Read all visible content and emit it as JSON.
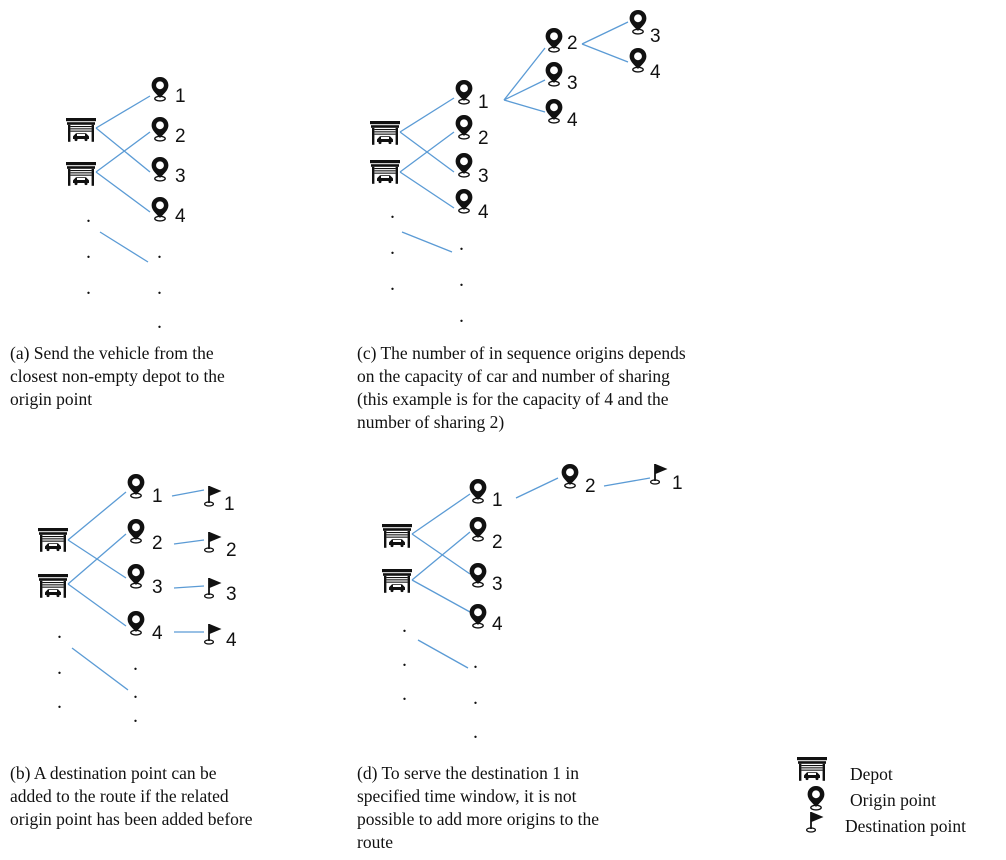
{
  "panels": {
    "a": {
      "caption": [
        "(a) Send the vehicle from the",
        "closest non-empty depot to the",
        "origin point"
      ],
      "origins": [
        "1",
        "2",
        "3",
        "4"
      ]
    },
    "b": {
      "caption": [
        "(b) A destination point can be",
        "added to the route if the related",
        "origin point has been added before"
      ],
      "origins": [
        "1",
        "2",
        "3",
        "4"
      ],
      "destinations": [
        "1",
        "2",
        "3",
        "4"
      ]
    },
    "c": {
      "caption": [
        "(c) The number of in sequence origins depends",
        "on the capacity of car and number of sharing",
        "(this example is for the capacity of 4 and the",
        "number of sharing 2)"
      ],
      "origins": [
        "1",
        "2",
        "3",
        "4"
      ],
      "branch_level1": [
        "2",
        "3",
        "4"
      ],
      "branch_level2": [
        "3",
        "4"
      ]
    },
    "d": {
      "caption": [
        "(d) To serve the destination 1 in",
        "specified time window, it is not",
        "possible to add more origins to the",
        "route"
      ],
      "origins": [
        "1",
        "2",
        "3",
        "4"
      ],
      "next_origin": "2",
      "next_destination": "1"
    }
  },
  "ellipsis_dot": ".",
  "legend": {
    "depot": "Depot",
    "origin": "Origin point",
    "destination": "Destination point"
  },
  "colors": {
    "edge": "#5b9bd5",
    "icon": "#111111"
  },
  "icons": {
    "depot": "garage-icon",
    "origin": "map-pin-icon",
    "destination": "flag-icon"
  }
}
